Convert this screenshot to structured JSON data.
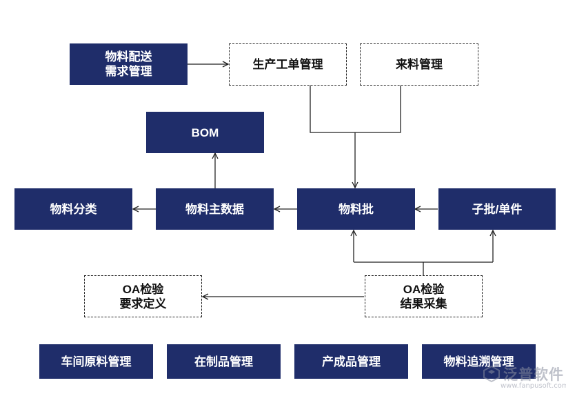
{
  "nodes": {
    "material_delivery_demand": "物料配送\n需求管理",
    "production_order_mgmt": "生产工单管理",
    "incoming_material_mgmt": "来料管理",
    "bom": "BOM",
    "material_category": "物料分类",
    "material_master_data": "物料主数据",
    "material_batch": "物料批",
    "sub_batch_single": "子批/单件",
    "oa_inspection_requirement": "OA检验\n要求定义",
    "oa_inspection_result": "OA检验\n结果采集",
    "workshop_raw_material_mgmt": "车间原料管理",
    "wip_mgmt": "在制品管理",
    "finished_product_mgmt": "产成品管理",
    "material_traceability_mgmt": "物料追溯管理"
  },
  "watermark": {
    "name": "泛普软件",
    "url": "www.fanpusoft.com"
  },
  "colors": {
    "node_fill": "#1f2d6a",
    "node_text": "#ffffff",
    "dashed_border": "#222222",
    "line": "#222222"
  }
}
